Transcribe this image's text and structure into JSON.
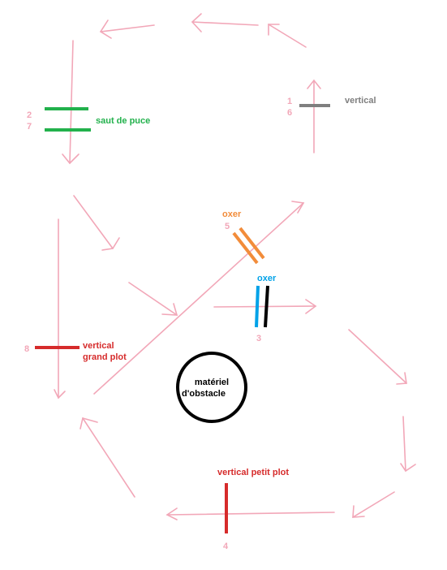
{
  "obstacles": {
    "saut_de_puce": {
      "label": "saut de puce",
      "numbers": [
        "2",
        "7"
      ],
      "color": "#22b14c"
    },
    "vertical_top": {
      "label": "vertical",
      "numbers": [
        "1",
        "6"
      ],
      "color": "#7f7f7f"
    },
    "oxer_orange": {
      "label": "oxer",
      "number": "5",
      "color": "#f28c3a"
    },
    "oxer_blue": {
      "label": "oxer",
      "number": "3",
      "colors": [
        "#00a2e8",
        "#000000"
      ],
      "label_color": "#00a2e8"
    },
    "vertical_grand_plot": {
      "label_line1": "vertical",
      "label_line2": "grand plot",
      "number": "8",
      "color": "#d62b2b"
    },
    "vertical_petit_plot": {
      "label": "vertical petit plot",
      "number": "4",
      "color": "#d62b2b"
    },
    "materiel": {
      "label_line1": "matériel",
      "label_line2": "d'obstacle",
      "color": "#000000"
    }
  },
  "colors": {
    "arrow": "#f2a7b8",
    "number": "#f2a7b8"
  }
}
